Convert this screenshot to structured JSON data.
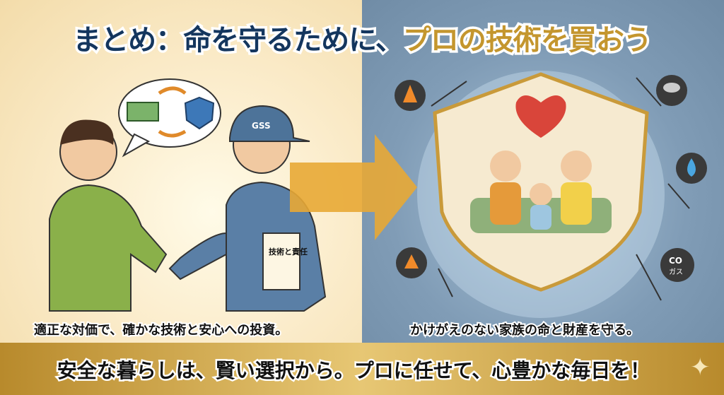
{
  "title": {
    "part1": "まとめ：命を守るために、",
    "part2": "プロの技術を買おう"
  },
  "left": {
    "caption": "適正な対価で、確かな技術と安心への投資。",
    "cap_badge": "GSS",
    "scroll_text": "技術と責任"
  },
  "right": {
    "caption": "かけがえのない家族の命と財産を守る。",
    "co_icon": {
      "line1": "CO",
      "line2": "ガス"
    }
  },
  "footer": {
    "text": "安全な暮らしは、賢い選択から。プロに任せて、心豊かな毎日を！"
  },
  "colors": {
    "title_navy": "#14365e",
    "title_gold": "#c4962e",
    "band_gold": "#c9a040",
    "right_bg": "#7f9bb5",
    "left_bg": "#fbeccb"
  },
  "icons": [
    "money-icon",
    "shield-check-icon",
    "exchange-arrows-icon",
    "fire-icon",
    "storm-icon",
    "water-drop-icon",
    "explosion-icon",
    "heart-pulse-icon",
    "sparkle-icon"
  ]
}
